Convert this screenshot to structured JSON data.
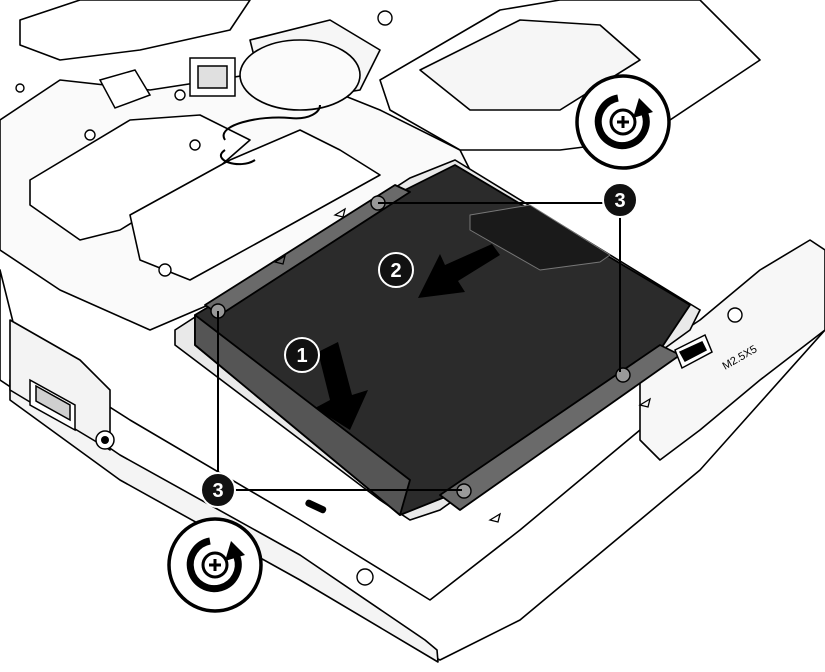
{
  "steps": {
    "slide_in": "1",
    "slide_forward": "2",
    "screws": "3"
  },
  "part_marking": "M2.5X5",
  "icons": {
    "tighten": "clockwise-screwdriver-icon",
    "arrow": "direction-arrow-icon"
  },
  "colors": {
    "drive": "#2b2b2b",
    "drive_edge": "#555555",
    "chassis_line": "#000000",
    "chassis_fill": "#ffffff",
    "badge": "#111111",
    "badge_text": "#ffffff"
  }
}
